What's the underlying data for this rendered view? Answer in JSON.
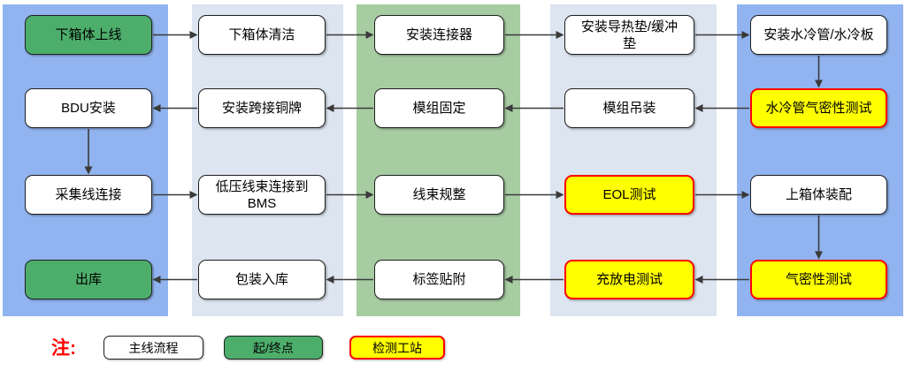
{
  "diagram_title": "",
  "colors": {
    "lane_blue": "#91B4F0",
    "lane_light": "#DCE5F0",
    "lane_green": "#A7CCA2",
    "node_main_fill": "#FFFFFF",
    "node_terminal_fill": "#4DAE6B",
    "node_test_fill": "#FFFF00",
    "node_test_border": "#FF0000",
    "node_border": "#1F1F1F",
    "arrow": "#3A3A3A",
    "note_red": "#FF0000"
  },
  "lanes": [
    "blue",
    "light",
    "green",
    "light",
    "blue"
  ],
  "nodes": [
    {
      "id": "n1",
      "label": "下箱体上线",
      "type": "terminal",
      "row": 0,
      "col": 0
    },
    {
      "id": "n2",
      "label": "下箱体清洁",
      "type": "main",
      "row": 0,
      "col": 1
    },
    {
      "id": "n3",
      "label": "安装连接器",
      "type": "main",
      "row": 0,
      "col": 2
    },
    {
      "id": "n4",
      "label": "安装导热垫/缓冲垫",
      "type": "main",
      "row": 0,
      "col": 3
    },
    {
      "id": "n5",
      "label": "安装水冷管/水冷板",
      "type": "main",
      "row": 0,
      "col": 4
    },
    {
      "id": "n6",
      "label": "水冷管气密性测试",
      "type": "test",
      "row": 1,
      "col": 4
    },
    {
      "id": "n7",
      "label": "模组吊装",
      "type": "main",
      "row": 1,
      "col": 3
    },
    {
      "id": "n8",
      "label": "模组固定",
      "type": "main",
      "row": 1,
      "col": 2
    },
    {
      "id": "n9",
      "label": "安装跨接铜牌",
      "type": "main",
      "row": 1,
      "col": 1
    },
    {
      "id": "n10",
      "label": "BDU安装",
      "type": "main",
      "row": 1,
      "col": 0
    },
    {
      "id": "n11",
      "label": "采集线连接",
      "type": "main",
      "row": 2,
      "col": 0
    },
    {
      "id": "n12",
      "label": "低压线束连接到BMS",
      "type": "main",
      "row": 2,
      "col": 1
    },
    {
      "id": "n13",
      "label": "线束规整",
      "type": "main",
      "row": 2,
      "col": 2
    },
    {
      "id": "n14",
      "label": "EOL测试",
      "type": "test",
      "row": 2,
      "col": 3
    },
    {
      "id": "n15",
      "label": "上箱体装配",
      "type": "main",
      "row": 2,
      "col": 4
    },
    {
      "id": "n16",
      "label": "气密性测试",
      "type": "test",
      "row": 3,
      "col": 4
    },
    {
      "id": "n17",
      "label": "充放电测试",
      "type": "test",
      "row": 3,
      "col": 3
    },
    {
      "id": "n18",
      "label": "标签贴附",
      "type": "main",
      "row": 3,
      "col": 2
    },
    {
      "id": "n19",
      "label": "包装入库",
      "type": "main",
      "row": 3,
      "col": 1
    },
    {
      "id": "n20",
      "label": "出库",
      "type": "terminal",
      "row": 3,
      "col": 0
    }
  ],
  "edges": [
    [
      "n1",
      "n2"
    ],
    [
      "n2",
      "n3"
    ],
    [
      "n3",
      "n4"
    ],
    [
      "n4",
      "n5"
    ],
    [
      "n5",
      "n6"
    ],
    [
      "n6",
      "n7"
    ],
    [
      "n7",
      "n8"
    ],
    [
      "n8",
      "n9"
    ],
    [
      "n9",
      "n10"
    ],
    [
      "n10",
      "n11"
    ],
    [
      "n11",
      "n12"
    ],
    [
      "n12",
      "n13"
    ],
    [
      "n13",
      "n14"
    ],
    [
      "n14",
      "n15"
    ],
    [
      "n15",
      "n16"
    ],
    [
      "n16",
      "n17"
    ],
    [
      "n17",
      "n18"
    ],
    [
      "n18",
      "n19"
    ],
    [
      "n19",
      "n20"
    ]
  ],
  "legend": {
    "note_label": "注:",
    "items": [
      {
        "label": "主线流程",
        "type": "main"
      },
      {
        "label": "起/终点",
        "type": "terminal"
      },
      {
        "label": "检测工站",
        "type": "test"
      }
    ]
  }
}
